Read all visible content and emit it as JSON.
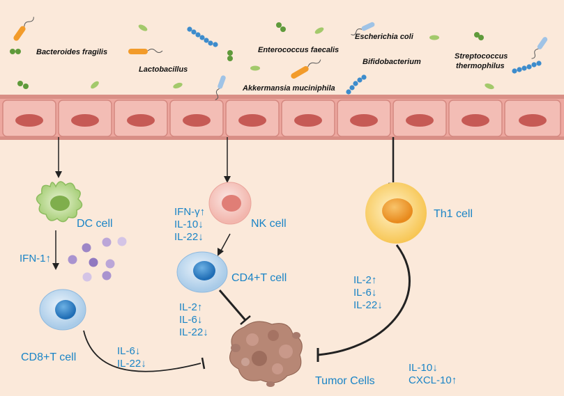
{
  "bacteria": {
    "bacteroides": "Bacteroides fragilis",
    "lactobacillus": "Lactobacillus",
    "enterococcus": "Enterococcus faecalis",
    "ecoli": "Escherichia coli",
    "bifidobacterium": "Bifidobacterium",
    "streptococcus_line1": "Streptococcus",
    "streptococcus_line2": "thermophilus",
    "akkermansia": "Akkermansia muciniphila"
  },
  "cells": {
    "dc": "DC cell",
    "nk": "NK cell",
    "cd4": "CD4+T cell",
    "cd8": "CD8+T cell",
    "th1": "Th1 cell",
    "tumor": "Tumor Cells"
  },
  "cytokines": {
    "dc": [
      "IFN-1↑"
    ],
    "nk": [
      "IFN-γ↑",
      "IL-10↓",
      "IL-22↓"
    ],
    "cd4": [
      "IL-2↑",
      "IL-6↓",
      "IL-22↓"
    ],
    "cd8": [
      "IL-6↓",
      "IL-22↓"
    ],
    "th1": [
      "IL-2↑",
      "IL-6↓",
      "IL-22↓"
    ],
    "tumor": [
      "IL-10↓",
      "CXCL-10↑"
    ]
  },
  "colors": {
    "background": "#fbe9da",
    "epithelium": "#e9a098",
    "nucleus": "#c65a55",
    "label_blue": "#1a84c6",
    "arrow": "#222222"
  }
}
